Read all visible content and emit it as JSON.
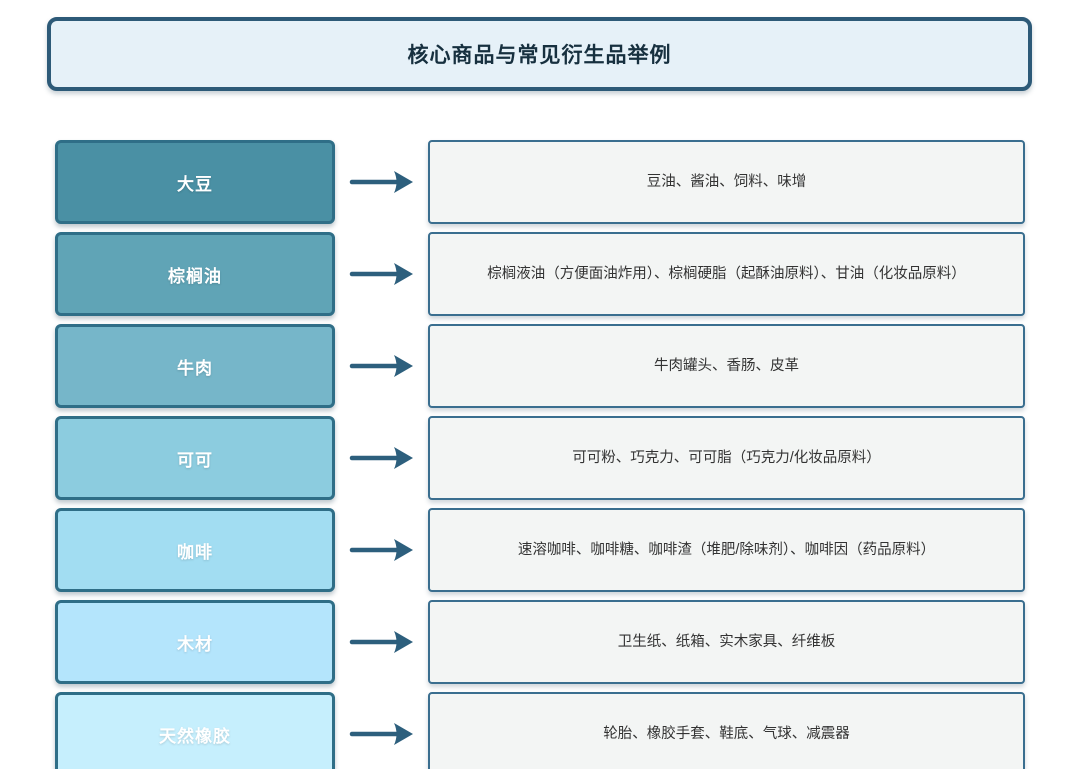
{
  "title": "核心商品与常见衍生品举例",
  "colors": {
    "title_bg": "#e6f1f8",
    "title_border": "#2d5a78",
    "title_text": "#17303f",
    "left_border": "#2f6e87",
    "left_text": "#ffffff",
    "right_bg": "#f3f5f4",
    "right_border": "#3a6e8f",
    "right_text": "#333333",
    "arrow": "#2d5f7d"
  },
  "arrow_icon": "right-arrow",
  "rows": [
    {
      "commodity": "大豆",
      "derivatives": "豆油、酱油、饲料、味增",
      "color": "#4a90a4"
    },
    {
      "commodity": "棕榈油",
      "derivatives": "棕榈液油（方便面油炸用）、棕榈硬脂（起酥油原料）、甘油（化妆品原料）",
      "color": "#60a4b6"
    },
    {
      "commodity": "牛肉",
      "derivatives": "牛肉罐头、香肠、皮革",
      "color": "#76b6c9"
    },
    {
      "commodity": "可可",
      "derivatives": "可可粉、巧克力、可可脂（巧克力/化妆品原料）",
      "color": "#8cccdf"
    },
    {
      "commodity": "咖啡",
      "derivatives": "速溶咖啡、咖啡糖、咖啡渣（堆肥/除味剂）、咖啡因（药品原料）",
      "color": "#a2ddf2"
    },
    {
      "commodity": "木材",
      "derivatives": "卫生纸、纸箱、实木家具、纤维板",
      "color": "#b4e5fc"
    },
    {
      "commodity": "天然橡胶",
      "derivatives": "轮胎、橡胶手套、鞋底、气球、减震器",
      "color": "#c6effd"
    }
  ]
}
